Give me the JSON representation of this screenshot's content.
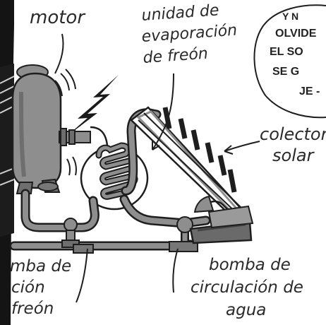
{
  "labels": {
    "motor": "motor",
    "evap_line1": "unidad de",
    "evap_line2": "evaporación",
    "evap_line3": "de   freón",
    "collector_line1": "colector",
    "collector_line2": "solar",
    "pump_freon_line1": "mba de",
    "pump_freon_line2": "ción",
    "pump_freon_line3": "freón",
    "pump_water_line1": "bomba  de",
    "pump_water_line2": "circulación  de",
    "pump_water_line3": "agua"
  },
  "speech_bubble": {
    "line1": "Y  N",
    "line2": "OLVIDE",
    "line3": "EL  SO",
    "line4": "SE  G",
    "line5": "JE -"
  },
  "colors": {
    "ink": "#1e1e1e",
    "machine_gray": "#8e8e8e",
    "dark_gray": "#555555",
    "left_panel": "#141414",
    "paper": "#ffffff"
  }
}
